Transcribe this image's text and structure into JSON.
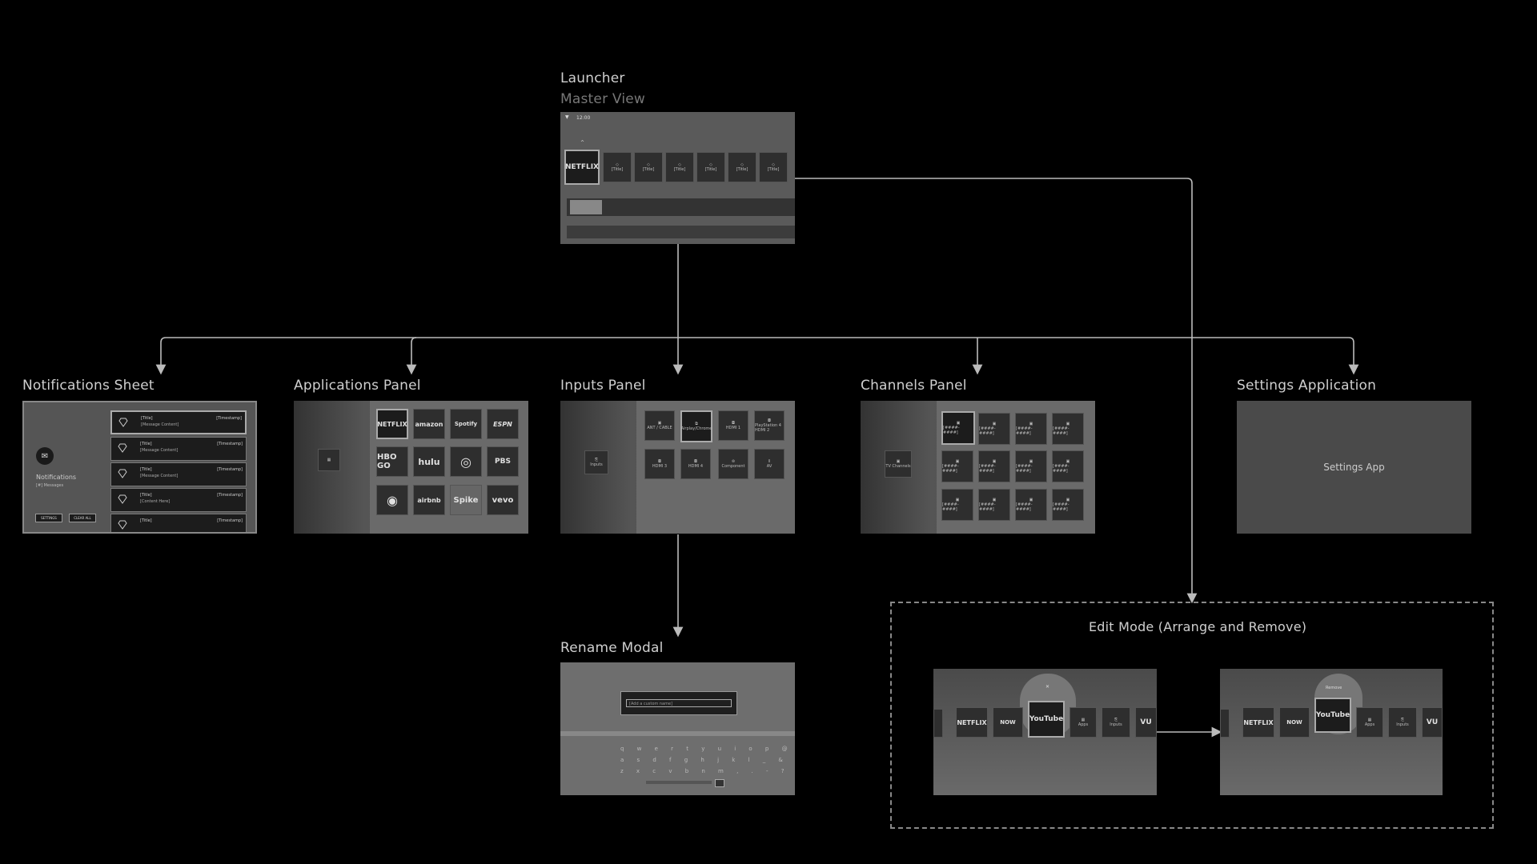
{
  "title": "Launcher",
  "subtitle": "Master View",
  "nodes": {
    "notifications": "Notifications Sheet",
    "applications": "Applications Panel",
    "inputs": "Inputs Panel",
    "channels": "Channels Panel",
    "settings": "Settings Application",
    "rename": "Rename Modal",
    "edit_mode": "Edit Mode (Arrange and Remove)"
  },
  "launcher": {
    "time": "12:00",
    "netflix": "NETFLIX",
    "tile_label": "[Title]"
  },
  "notifications_sheet": {
    "heading": "Notifications",
    "count": "[#] Messages",
    "settings_btn": "SETTINGS",
    "clear_btn": "CLEAR ALL",
    "rows": [
      {
        "title": "[Title]",
        "content": "[Message Content]",
        "ts": "[Timestamp]"
      },
      {
        "title": "[Title]",
        "content": "[Message Content]",
        "ts": "[Timestamp]"
      },
      {
        "title": "[Title]",
        "content": "[Message Content]",
        "ts": "[Timestamp]"
      },
      {
        "title": "[Title]",
        "content": "[Content Here]",
        "ts": "[Timestamp]"
      },
      {
        "title": "[Title]",
        "content": "",
        "ts": "[Timestamp]"
      }
    ]
  },
  "apps_panel": {
    "logos": [
      "NETFLIX",
      "amazon",
      "Spotify",
      "ESPN",
      "HBO GO",
      "hulu",
      "",
      "PBS",
      "",
      "airbnb",
      "Spike",
      "vevo"
    ]
  },
  "inputs_panel": {
    "side_label": "Inputs",
    "tiles": [
      "ANT / CABLE",
      "Airplay/Chrome",
      "HDMI 1",
      "PlayStation 4 HDMI 2",
      "HDMI 3",
      "HDMI 4",
      "Component",
      "AV"
    ]
  },
  "channels_panel": {
    "side_label": "TV Channels",
    "tile_label": "[####-####]"
  },
  "rename_modal": {
    "placeholder": "[Add a custom name]",
    "keys_row1": "q w e r t y u i o p @",
    "keys_row2": "a s d f g h j k l _ &",
    "keys_row3": "z x c v b n m , . - ?"
  },
  "settings_app": "Settings App",
  "edit_mode": {
    "left_row": [
      "NETFLIX",
      "NOW",
      "YouTube",
      "Apps",
      "Inputs",
      "VU"
    ],
    "right_row": [
      "NETFLIX",
      "NOW",
      "YouTube",
      "Apps",
      "Inputs",
      "VU"
    ],
    "right_label": "Remove"
  }
}
